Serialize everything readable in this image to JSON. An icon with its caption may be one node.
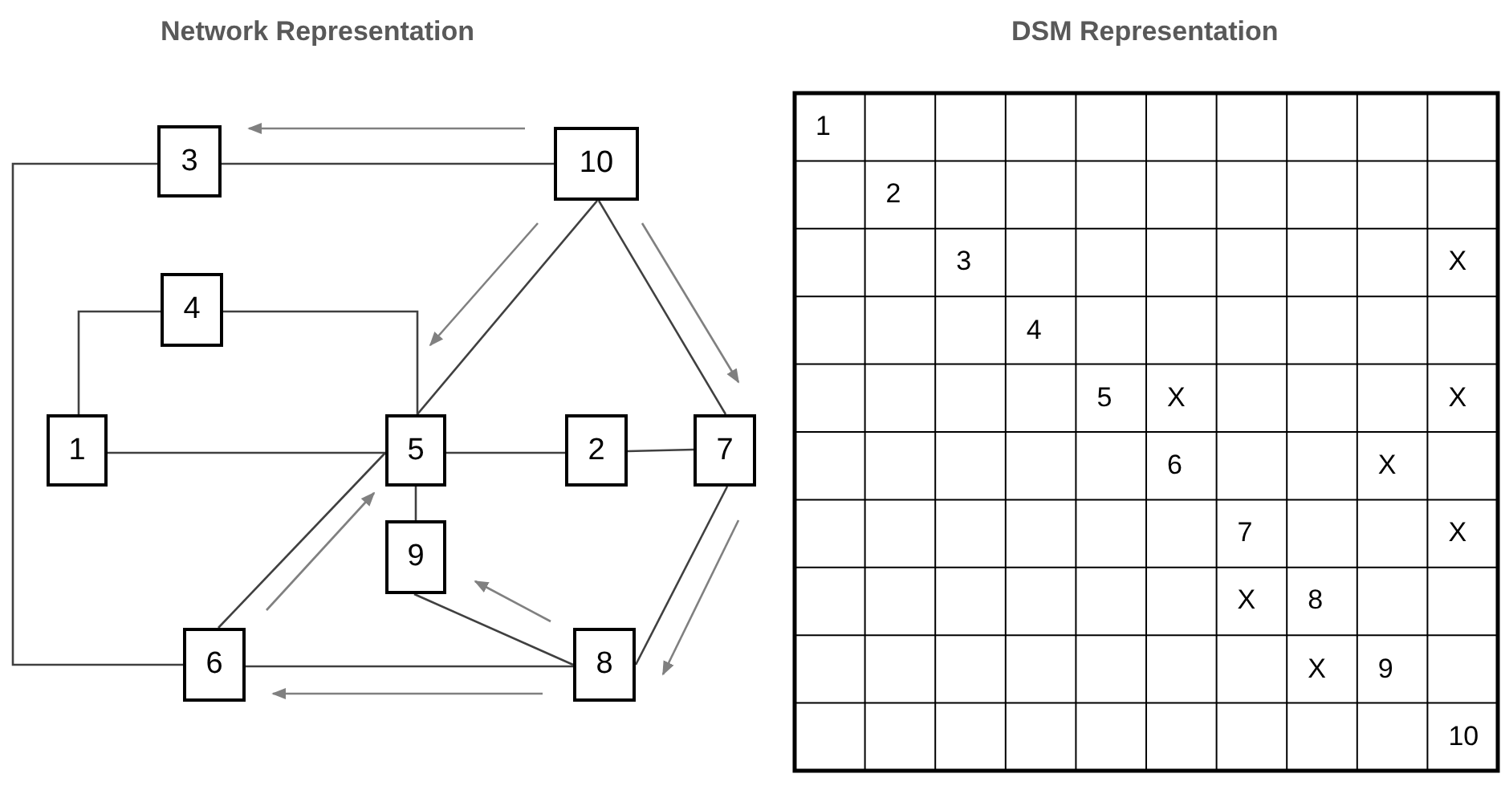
{
  "diagram": {
    "nodes": [
      {
        "text": [
          "3"
        ]
      },
      {
        "text": [
          "10"
        ]
      },
      {
        "text": [
          "4"
        ]
      },
      {
        "text": [
          "1"
        ]
      },
      {
        "text": [
          "5"
        ]
      },
      {
        "text": [
          "2"
        ]
      },
      {
        "text": [
          "7"
        ]
      },
      {
        "text": [
          "9"
        ]
      },
      {
        "text": [
          "6"
        ]
      },
      {
        "text": [
          "8"
        ]
      }
    ],
    "edges": [
      {
        "from": 0,
        "to": 1,
        "arrow": "none"
      },
      {
        "from": 0,
        "to": 8,
        "arrow": "none"
      },
      {
        "from": 2,
        "to": 3,
        "arrow": "none"
      },
      {
        "from": 2,
        "to": 4,
        "arrow": "none"
      },
      {
        "from": 3,
        "to": 4,
        "arrow": "none"
      },
      {
        "from": 4,
        "to": 5,
        "arrow": "none"
      },
      {
        "from": 5,
        "to": 6,
        "arrow": "none"
      },
      {
        "from": 1,
        "to": 4,
        "arrow": "none"
      },
      {
        "from": 1,
        "to": 6,
        "arrow": "none"
      },
      {
        "from": 4,
        "to": 7,
        "arrow": "none"
      },
      {
        "from": 7,
        "to": 9,
        "arrow": "none"
      },
      {
        "from": 8,
        "to": 4,
        "arrow": "none"
      },
      {
        "from": 6,
        "to": 9,
        "arrow": "none"
      },
      {
        "from": 8,
        "to": 9,
        "arrow": "none"
      },
      {
        "from": 1,
        "to": 0,
        "arrow": "to",
        "color": "#808080"
      },
      {
        "from": 1,
        "to": 4,
        "arrow": "to",
        "color": "#808080"
      },
      {
        "from": 1,
        "to": 6,
        "arrow": "to",
        "color": "#808080"
      },
      {
        "from": 6,
        "to": 9,
        "arrow": "to",
        "color": "#808080"
      },
      {
        "from": 9,
        "to": 7,
        "arrow": "to",
        "color": "#808080"
      },
      {
        "from": 9,
        "to": 8,
        "arrow": "to",
        "color": "#808080"
      },
      {
        "from": 8,
        "to": 4,
        "arrow": "to",
        "color": "#808080"
      }
    ],
    "labels": [
      "Network Representation",
      "DSM Representation",
      "1",
      "2",
      "3",
      "X",
      "4",
      "5",
      "X",
      "X",
      "6",
      "X",
      "7",
      "X",
      "X",
      "8",
      "X",
      "9",
      "10"
    ]
  }
}
